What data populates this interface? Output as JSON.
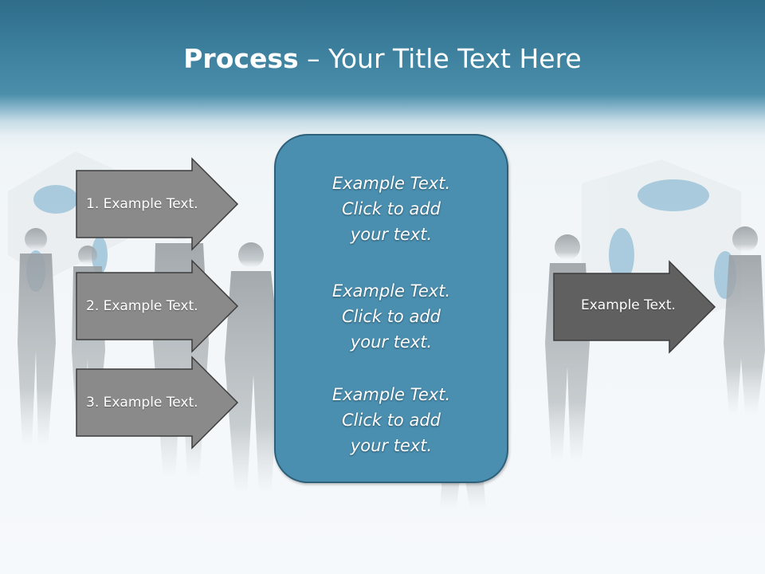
{
  "slide": {
    "title_bold": "Process",
    "title_rest": " – Your Title Text Here"
  },
  "left_arrows": [
    {
      "label": "1. Example Text."
    },
    {
      "label": "2. Example Text."
    },
    {
      "label": "3. Example Text."
    }
  ],
  "center_box": {
    "items": [
      {
        "text": "Example Text.\nClick  to add\nyour text."
      },
      {
        "text": "Example Text.\nClick  to add\nyour text."
      },
      {
        "text": "Example Text.\nClick  to add\nyour text."
      }
    ]
  },
  "right_arrow": {
    "label": "Example Text."
  },
  "colors": {
    "banner": "#3d819f",
    "panel_fill": "#4a8fb0",
    "left_arrow_fill": "#8a8a8a",
    "right_arrow_fill": "#606060"
  }
}
